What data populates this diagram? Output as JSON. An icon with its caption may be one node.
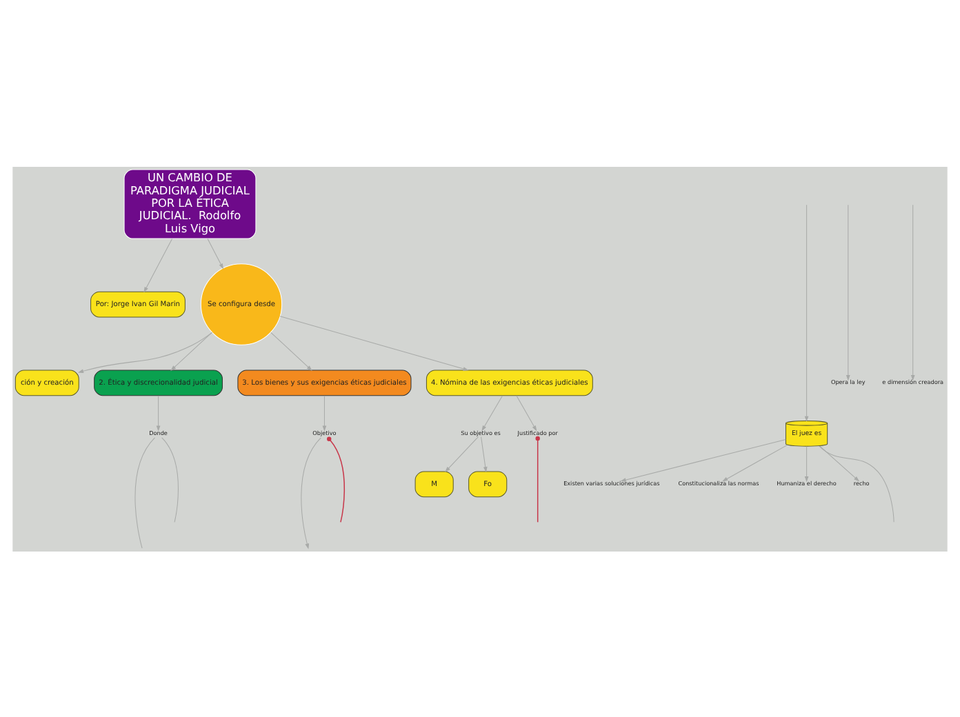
{
  "diagram": {
    "nodes": [
      {
        "text": [
          "UN CAMBIO DE PARADIGMA JUDICIAL POR LA ÉTICA JUDICIAL.  Rodolfo Luis Vigo"
        ]
      },
      {
        "text": [
          "Por: Jorge Ivan Gil Marin"
        ]
      },
      {
        "text": [
          "Se configura desde"
        ]
      },
      {
        "text": [
          "ción y creación"
        ]
      },
      {
        "text": [
          "El juez es"
        ]
      },
      {
        "text": [
          "Existen varias soluciones jurídicas"
        ]
      },
      {
        "text": [
          "Constitucionaliza las normas"
        ]
      },
      {
        "text": [
          "Humaniza el derecho"
        ]
      },
      {
        "text": [
          "recho"
        ]
      },
      {
        "text": [
          "Opera la ley"
        ]
      },
      {
        "text": [
          "e dimensión creadora"
        ]
      },
      {
        "text": [
          "2. Ética y discrecionalidad judicial"
        ]
      },
      {
        "text": [
          "Donde"
        ]
      },
      {
        "text": [
          "3. Los bienes y sus exigencias éticas judiciales"
        ]
      },
      {
        "text": [
          "Objetivo"
        ]
      },
      {
        "text": [
          "4. Nómina de las exigencias éticas judiciales"
        ]
      },
      {
        "text": [
          "Su objetivo es"
        ]
      },
      {
        "text": [
          "M"
        ]
      },
      {
        "text": [
          "Fo"
        ]
      },
      {
        "text": [
          "Justificado por"
        ]
      }
    ],
    "edges": [
      {
        "from": 0,
        "to": 1,
        "arrow": "to"
      },
      {
        "from": 0,
        "to": 2,
        "arrow": "to"
      },
      {
        "from": 2,
        "to": 3,
        "arrow": "to"
      },
      {
        "from": 2,
        "to": 11,
        "arrow": "to"
      },
      {
        "from": 2,
        "to": 13,
        "arrow": "to"
      },
      {
        "from": 2,
        "to": 15,
        "arrow": "to"
      },
      {
        "from": null,
        "to": 4,
        "arrow": "to"
      },
      {
        "from": 4,
        "to": 5,
        "arrow": "to"
      },
      {
        "from": 4,
        "to": 6,
        "arrow": "to"
      },
      {
        "from": 4,
        "to": 7,
        "arrow": "to"
      },
      {
        "from": 4,
        "to": 8,
        "arrow": "to"
      },
      {
        "from": 4,
        "to": null,
        "arrow": "none"
      },
      {
        "from": null,
        "to": 9,
        "arrow": "to"
      },
      {
        "from": null,
        "to": 10,
        "arrow": "to"
      },
      {
        "from": 11,
        "to": 12,
        "arrow": "to"
      },
      {
        "from": 12,
        "to": null,
        "arrow": "none"
      },
      {
        "from": 12,
        "to": null,
        "arrow": "none"
      },
      {
        "from": 13,
        "to": 14,
        "arrow": "to"
      },
      {
        "from": 14,
        "to": null,
        "arrow": "to"
      },
      {
        "from": 15,
        "to": 16,
        "arrow": "to"
      },
      {
        "from": 15,
        "to": 19,
        "arrow": "to"
      },
      {
        "from": 16,
        "to": 17,
        "arrow": "to"
      },
      {
        "from": 16,
        "to": 18,
        "arrow": "to"
      },
      {
        "from": 14,
        "to": null,
        "arrow": "other",
        "color": "#c8384b"
      },
      {
        "from": 19,
        "to": null,
        "arrow": "other",
        "color": "#c8384b"
      }
    ]
  }
}
